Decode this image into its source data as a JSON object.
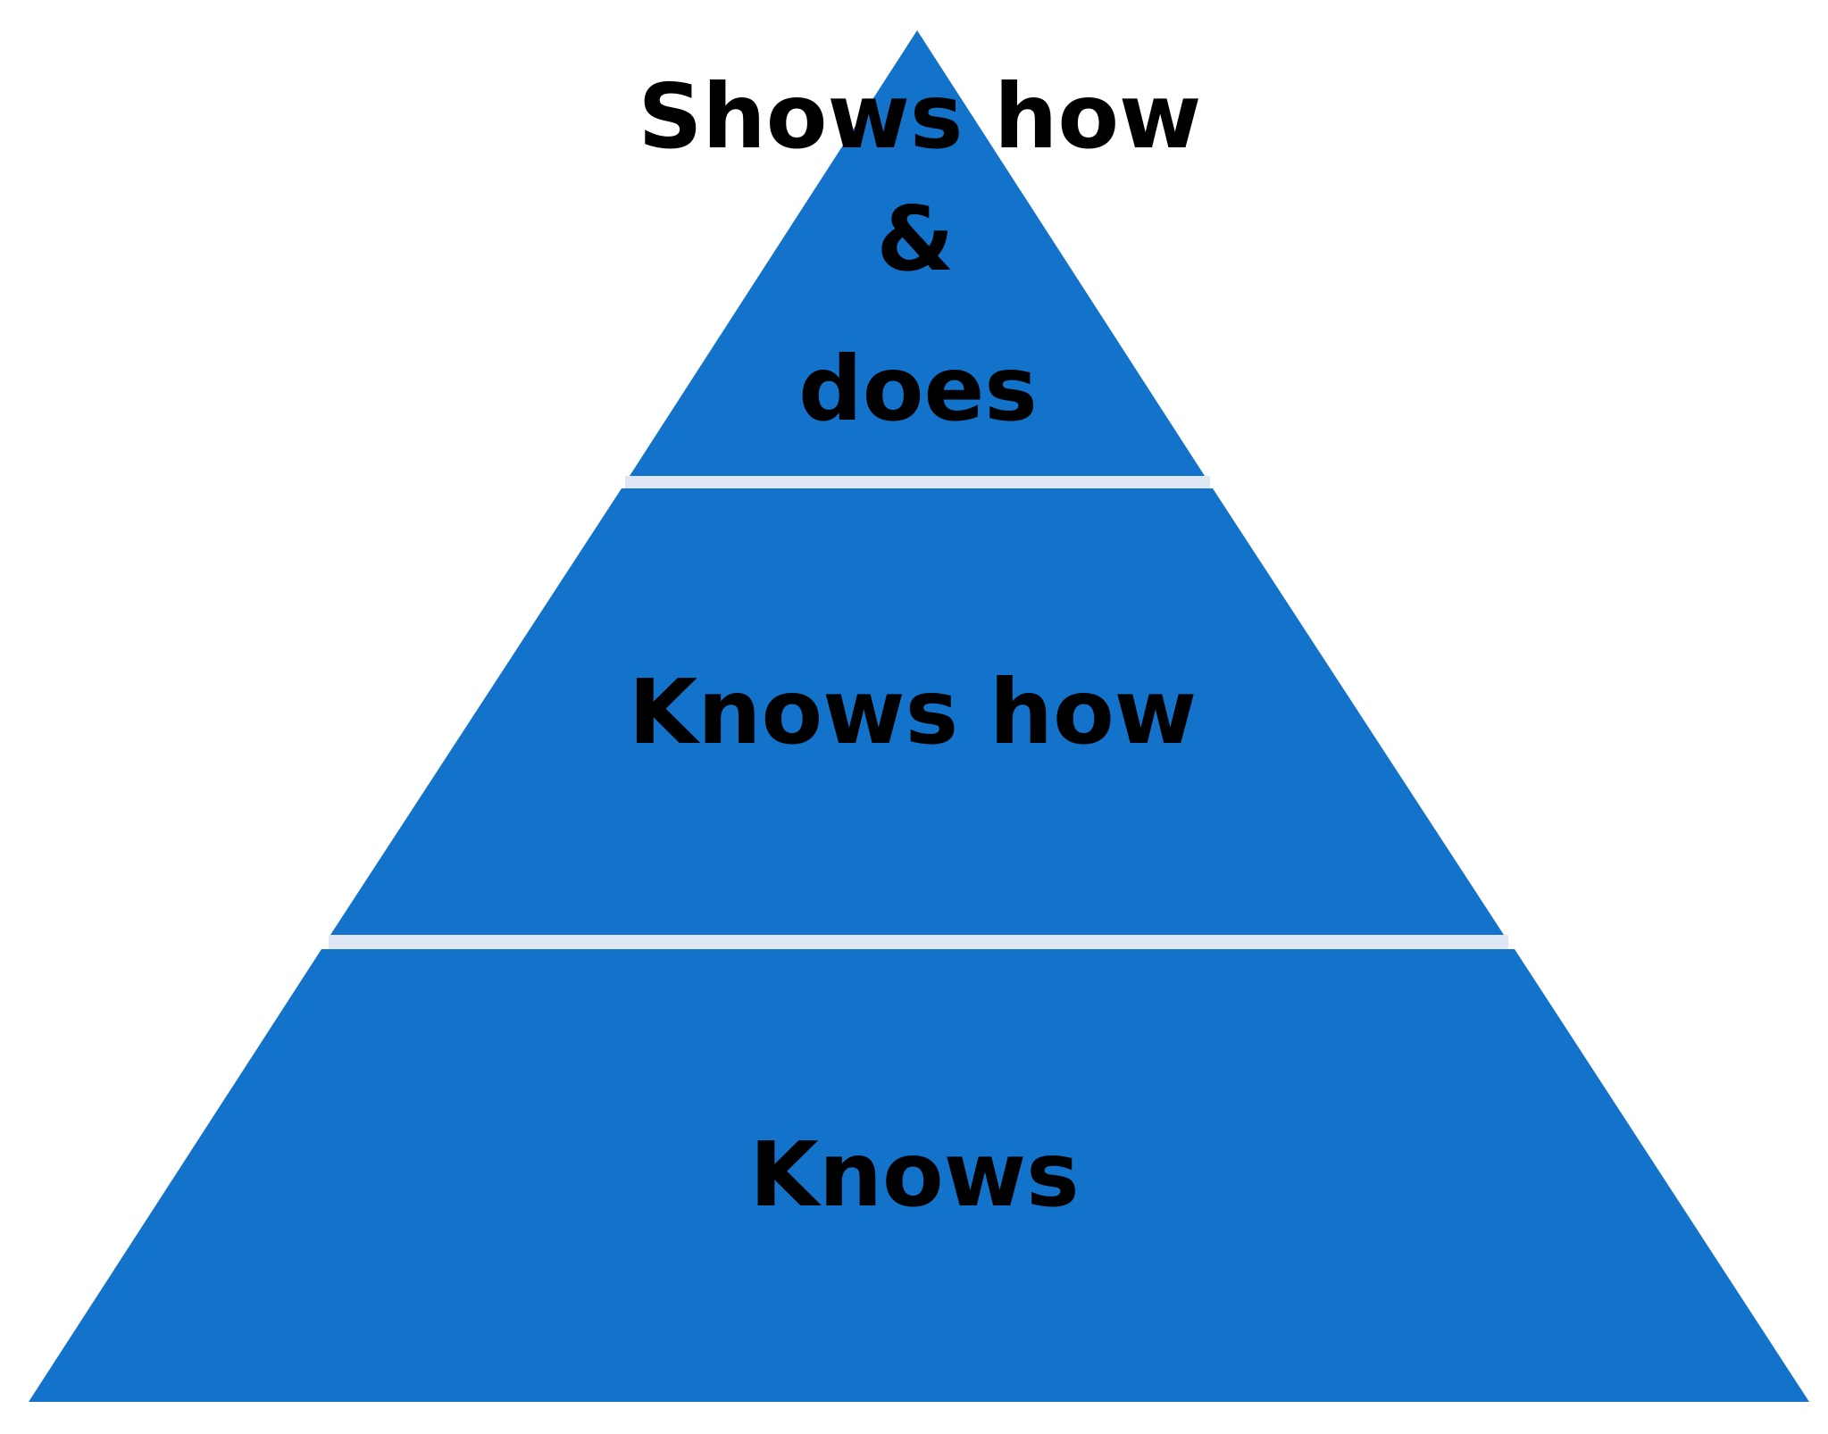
{
  "diagram": {
    "type": "pyramid",
    "colors": {
      "fill": "#1372C9",
      "separator": "#DDE6F2",
      "text": "#000000",
      "background": "#FFFFFF"
    },
    "tiers": [
      {
        "id": "top",
        "lines": [
          "Shows how",
          "&",
          "does"
        ]
      },
      {
        "id": "middle",
        "lines": [
          "Knows how"
        ]
      },
      {
        "id": "bottom",
        "lines": [
          "Knows"
        ]
      }
    ]
  }
}
